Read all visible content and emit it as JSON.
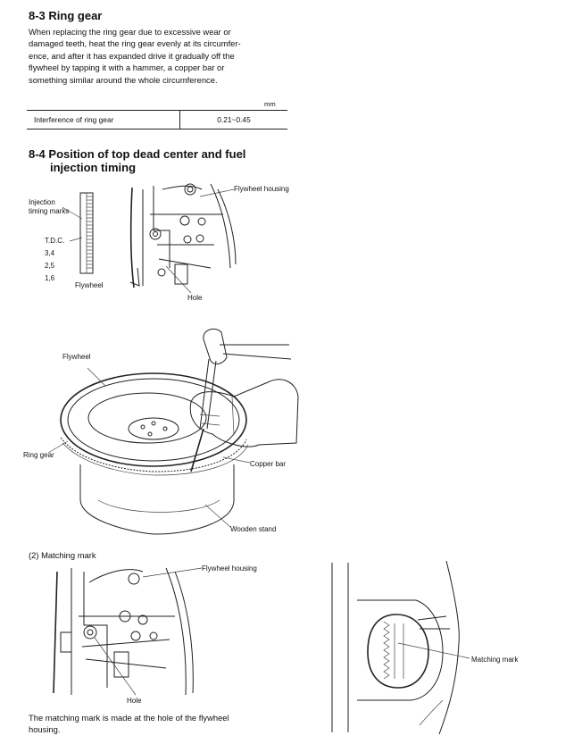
{
  "section_8_3": {
    "heading": "8-3 Ring gear",
    "paragraph_lines": [
      "When replacing the ring gear due to excessive wear or",
      "damaged teeth, heat the ring gear evenly at its circumfer-",
      "ence, and after it has expanded drive it gradually off the",
      "flywheel by tapping it with a hammer, a copper bar or",
      "something similar around the whole circumference."
    ],
    "unit": "mm",
    "spec_table": {
      "label": "Interference of ring gear",
      "value": "0.21~0.45"
    }
  },
  "section_8_4": {
    "heading_line1": "8-4 Position of top dead center and fuel",
    "heading_line2": "injection timing",
    "figure1": {
      "injection_marks_line1": "Injection",
      "injection_marks_line2": "timing marks",
      "tdc": "T.D.C.",
      "mark_34": "3,4",
      "mark_25": "2,5",
      "mark_16": "1,6",
      "flywheel": "Flywheel",
      "flywheel_housing": "Flywheel housing",
      "hole": "Hole"
    },
    "figure2": {
      "flywheel": "Flywheel",
      "ring_gear": "Ring gear",
      "copper_bar": "Copper bar",
      "wooden_stand": "Wooden stand"
    },
    "matching_mark_heading": "(2) Matching mark",
    "figure3": {
      "flywheel_housing": "Flywheel housing",
      "hole": "Hole"
    },
    "figure4": {
      "matching_mark": "Matching mark"
    },
    "bottom_lines": [
      "The matching mark is made at the hole of the flywheel",
      "housing."
    ]
  }
}
